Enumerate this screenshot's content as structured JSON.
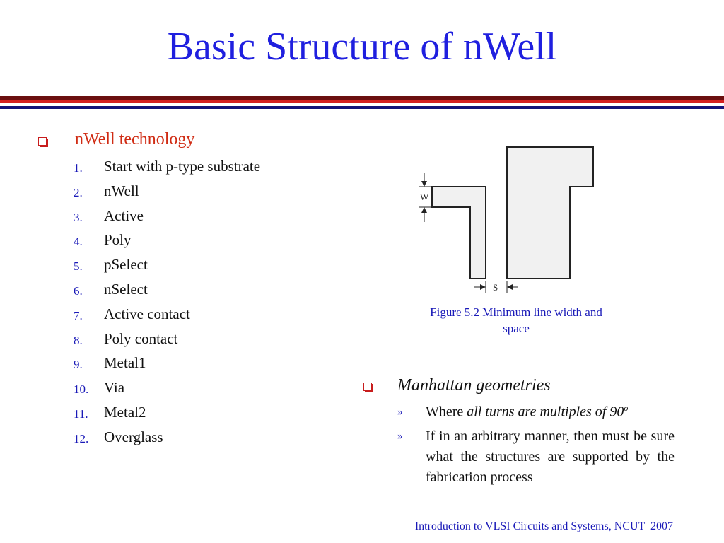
{
  "title": "Basic Structure of nWell",
  "left": {
    "heading": "nWell technology",
    "steps": [
      {
        "num": "1.",
        "text": "Start with p-type substrate"
      },
      {
        "num": "2.",
        "text": "nWell"
      },
      {
        "num": "3.",
        "text": "Active"
      },
      {
        "num": "4.",
        "text": "Poly"
      },
      {
        "num": "5.",
        "text": "pSelect"
      },
      {
        "num": "6.",
        "text": "nSelect"
      },
      {
        "num": "7.",
        "text": "Active contact"
      },
      {
        "num": "8.",
        "text": "Poly contact"
      },
      {
        "num": "9.",
        "text": "Metal1"
      },
      {
        "num": "10.",
        "text": "Via"
      },
      {
        "num": "11.",
        "text": "Metal2"
      },
      {
        "num": "12.",
        "text": "Overglass"
      }
    ]
  },
  "figure": {
    "label_w": "W",
    "label_s": "S",
    "caption": "Figure 5.2 Minimum line width and space"
  },
  "right": {
    "heading": "Manhattan geometries",
    "sub_marker": "»",
    "sub1_prefix": "Where ",
    "sub1_italic": "all turns are multiples of 90",
    "sub1_sup": "o",
    "sub2": "If in an arbitrary manner, then must be sure what the structures are supported by the fabrication process"
  },
  "footer": "Introduction to VLSI Circuits and Systems, NCUT  2007",
  "colors": {
    "title": "#1f1fdf",
    "accent_red": "#d02c14",
    "numbering_blue": "#1a1ab8",
    "rule_dark_red": "#6b0f0f",
    "rule_red": "#d32020",
    "rule_navy": "#13137a"
  }
}
